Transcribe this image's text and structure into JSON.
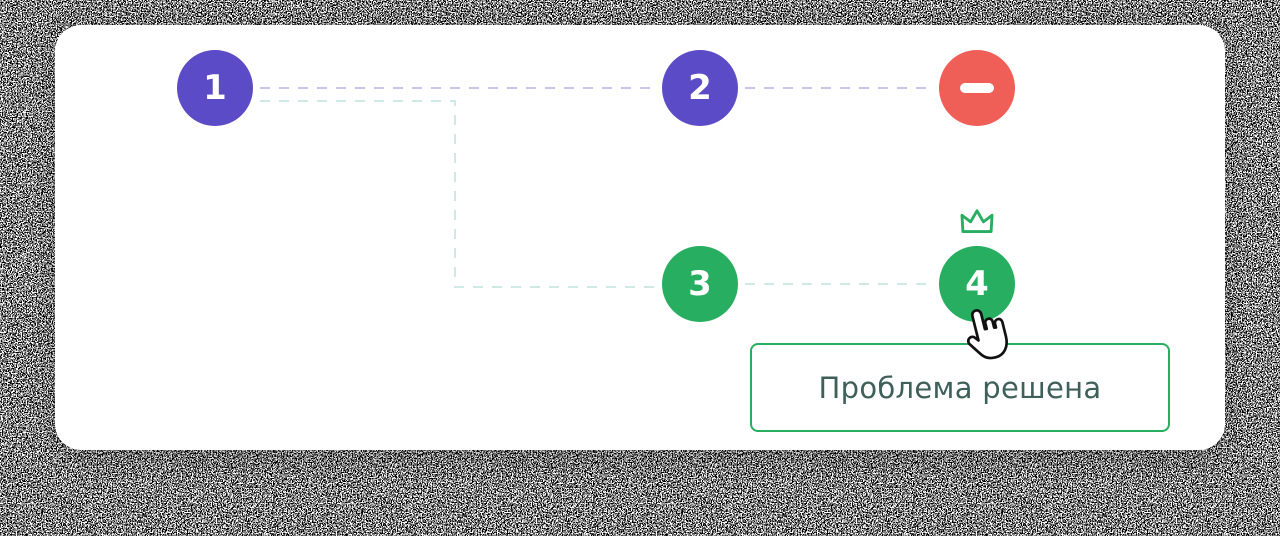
{
  "colors": {
    "purple": "#5b4bc7",
    "red": "#ef5e57",
    "green": "#27ae60",
    "dash_purple": "#c9c6ee",
    "dash_teal": "#cfe9e5",
    "button_text": "#3f5f5a"
  },
  "steps": [
    "1",
    "2",
    "3",
    "4"
  ],
  "icons": {
    "blocked": "minus-icon",
    "success": "crown-icon",
    "pointer": "hand-pointer-icon"
  },
  "button": {
    "label": "Проблема решена"
  }
}
